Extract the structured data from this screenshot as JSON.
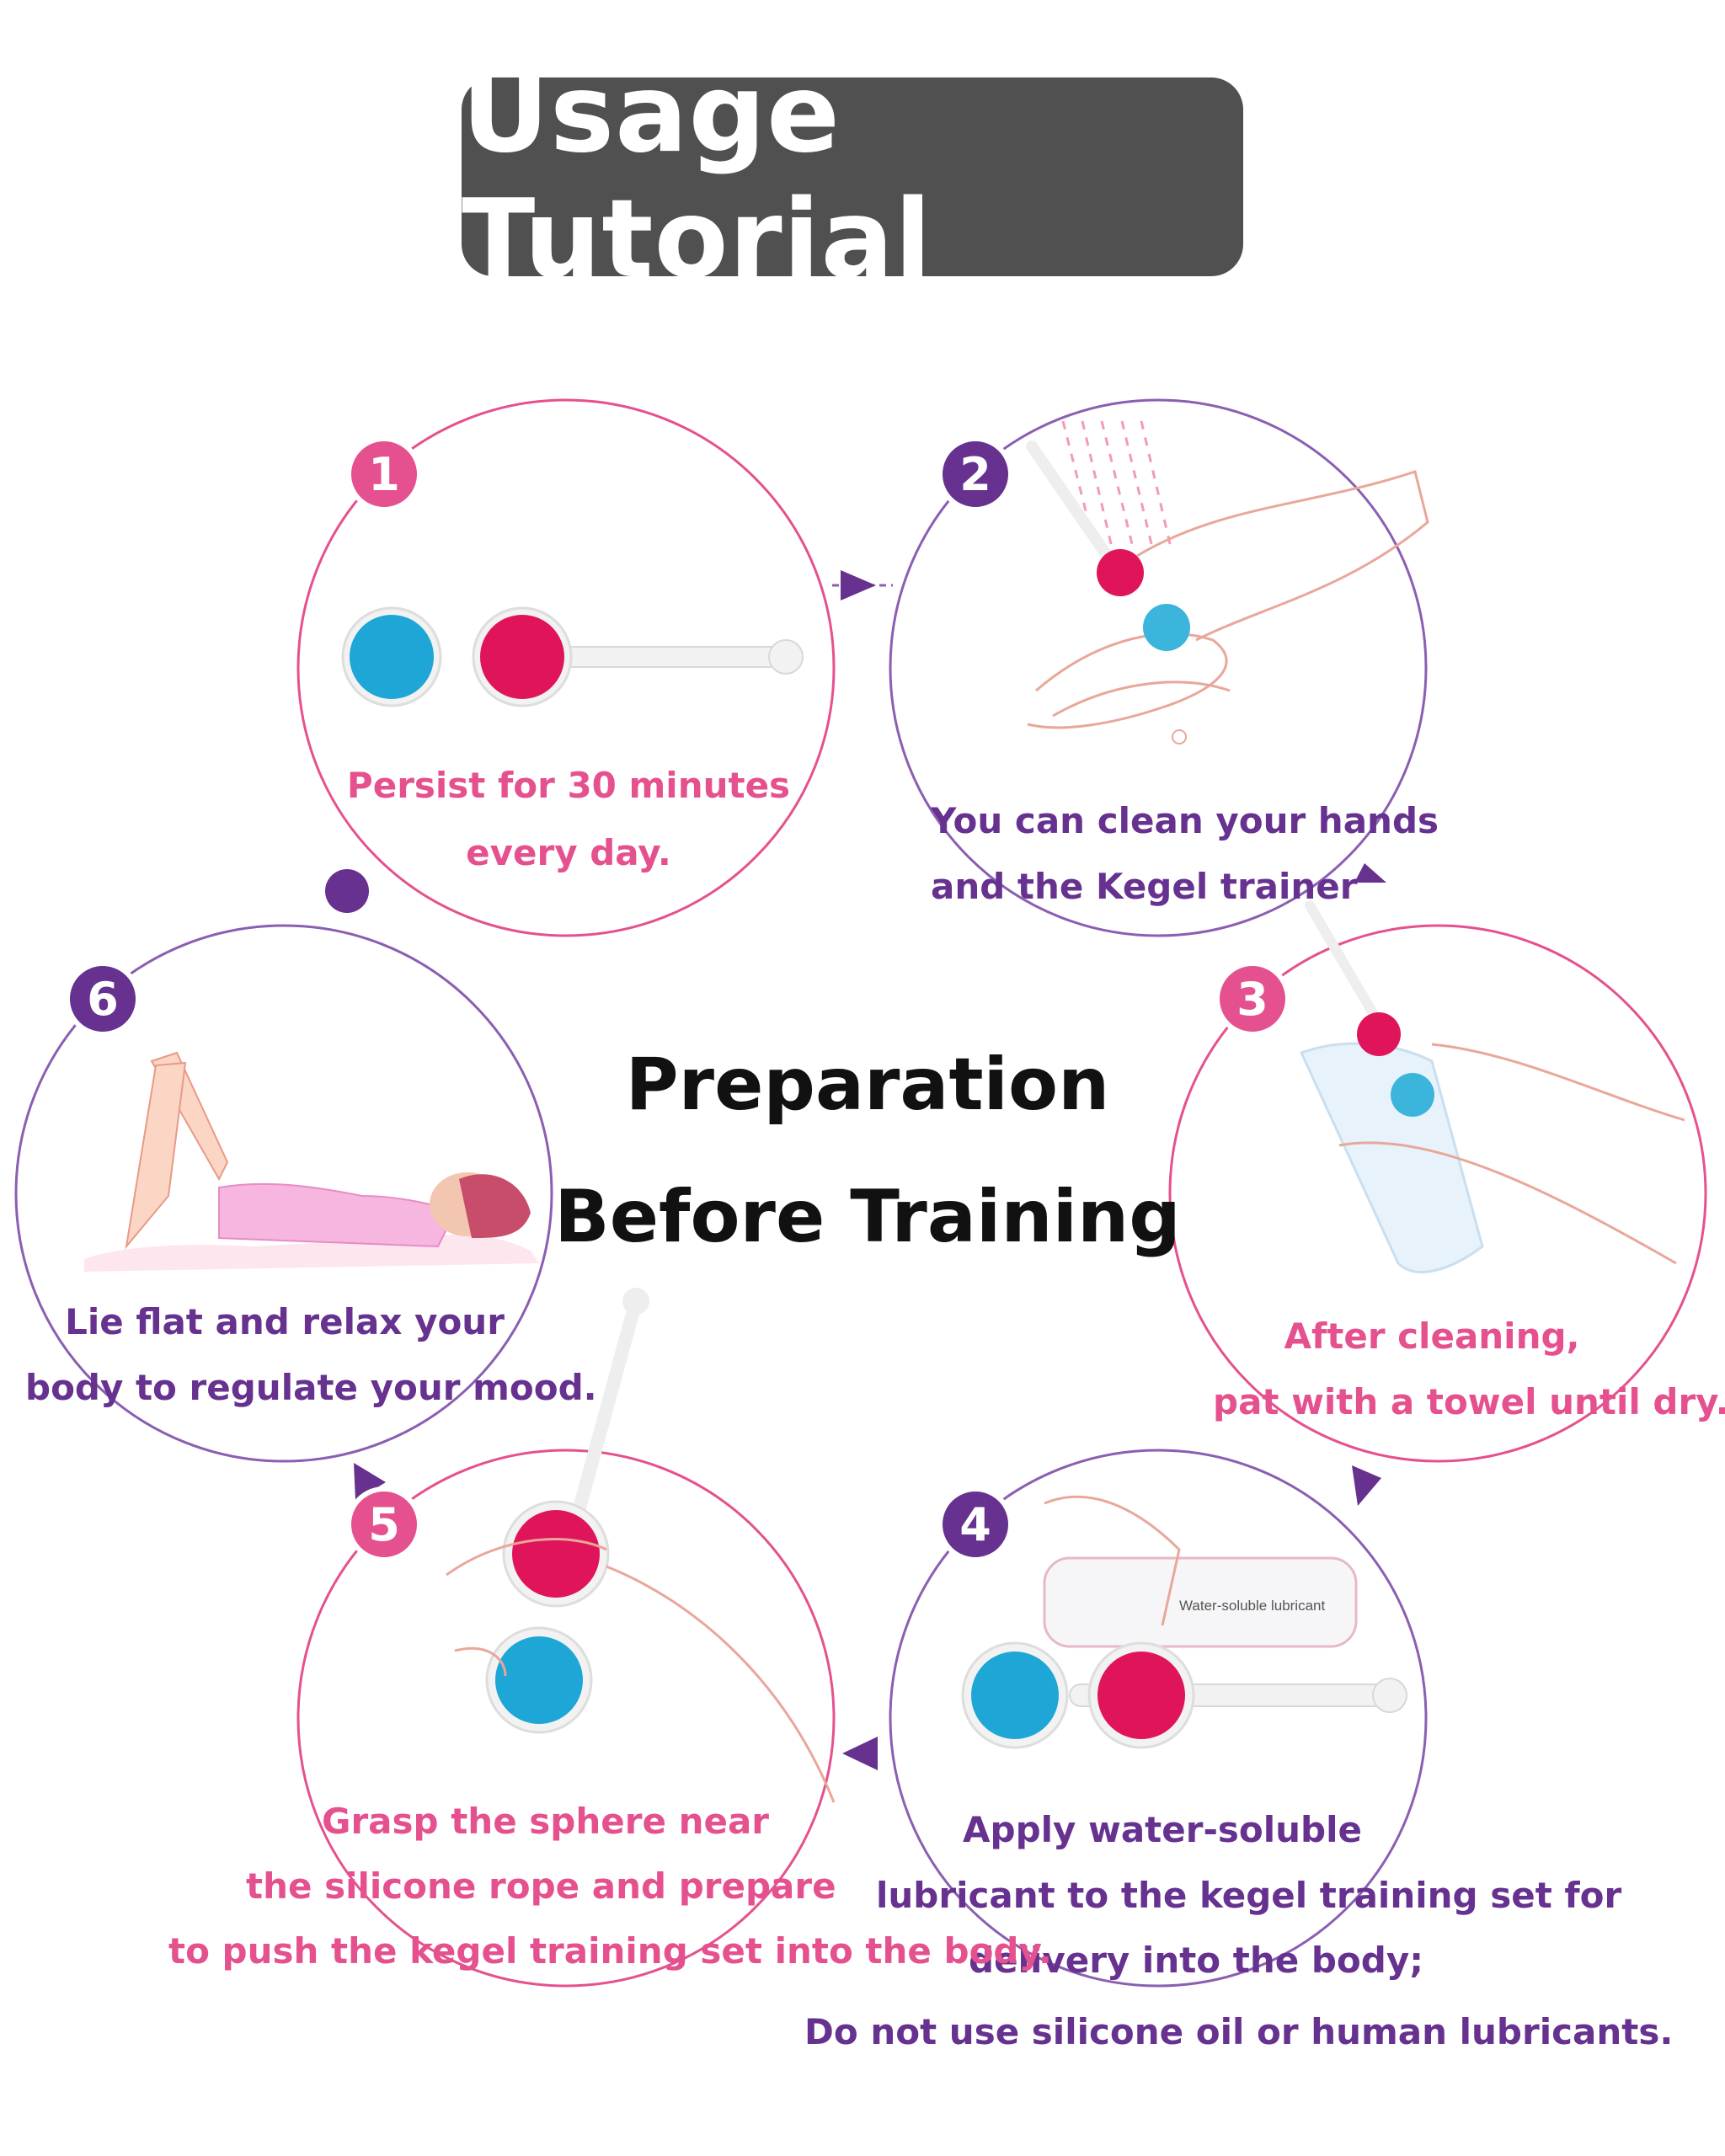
{
  "title": "Usage Tutorial",
  "center": {
    "line1": "Preparation",
    "line2": "Before Training"
  },
  "colors": {
    "pink": "#e5518e",
    "purple": "#66318f",
    "ball_blue": "#1ea6d6",
    "ball_pink": "#e0145a"
  },
  "steps": [
    {
      "number": "1",
      "lines": [
        "Persist for 30 minutes",
        "every day."
      ]
    },
    {
      "number": "2",
      "lines": [
        "You can clean your hands",
        "and the Kegel trainer"
      ]
    },
    {
      "number": "3",
      "lines": [
        "After cleaning,",
        "pat with a towel until dry."
      ]
    },
    {
      "number": "4",
      "lines": [
        "Apply water-soluble",
        "lubricant to the kegel training set for",
        "delivery into the body;",
        "Do not use silicone oil or human lubricants."
      ],
      "bottle_label": "Water-soluble lubricant"
    },
    {
      "number": "5",
      "lines": [
        "Grasp the sphere near",
        "the silicone rope and prepare",
        "to push the kegel training set into the body."
      ]
    },
    {
      "number": "6",
      "lines": [
        "Lie flat and relax your",
        "body to regulate your mood."
      ]
    }
  ]
}
